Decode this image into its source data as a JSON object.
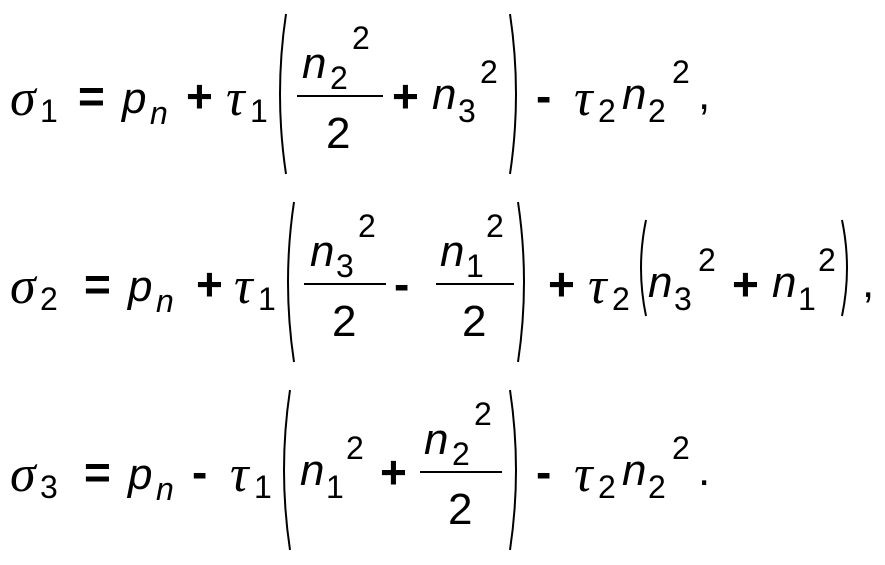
{
  "equations": [
    {
      "lhs": {
        "symbol": "σ",
        "sub": "1"
      },
      "eq": "=",
      "p": {
        "symbol": "p",
        "sub": "n"
      },
      "op1": "+",
      "tau1": {
        "symbol": "τ",
        "sub": "1"
      },
      "frac1": {
        "var": "n",
        "sub": "2",
        "sup": "2",
        "den": "2"
      },
      "op_in": "+",
      "term2": {
        "var": "n",
        "sub": "3",
        "sup": "2"
      },
      "op2": "-",
      "tau2": {
        "symbol": "τ",
        "sub": "2"
      },
      "tail": {
        "var": "n",
        "sub": "2",
        "sup": "2"
      },
      "end": ","
    },
    {
      "lhs": {
        "symbol": "σ",
        "sub": "2"
      },
      "eq": "=",
      "p": {
        "symbol": "p",
        "sub": "n"
      },
      "op1": "+",
      "tau1": {
        "symbol": "τ",
        "sub": "1"
      },
      "frac1": {
        "var": "n",
        "sub": "3",
        "sup": "2",
        "den": "2"
      },
      "op_in": "-",
      "frac2": {
        "var": "n",
        "sub": "1",
        "sup": "2",
        "den": "2"
      },
      "op2": "+",
      "tau2": {
        "symbol": "τ",
        "sub": "2"
      },
      "inner1": {
        "var": "n",
        "sub": "3",
        "sup": "2"
      },
      "op_in2": "+",
      "inner2": {
        "var": "n",
        "sub": "1",
        "sup": "2"
      },
      "end": ","
    },
    {
      "lhs": {
        "symbol": "σ",
        "sub": "3"
      },
      "eq": "=",
      "p": {
        "symbol": "p",
        "sub": "n"
      },
      "op1": "-",
      "tau1": {
        "symbol": "τ",
        "sub": "1"
      },
      "term1": {
        "var": "n",
        "sub": "1",
        "sup": "2"
      },
      "op_in": "+",
      "frac1": {
        "var": "n",
        "sub": "2",
        "sup": "2",
        "den": "2"
      },
      "op2": "-",
      "tau2": {
        "symbol": "τ",
        "sub": "2"
      },
      "tail": {
        "var": "n",
        "sub": "2",
        "sup": "2"
      },
      "end": "."
    }
  ]
}
